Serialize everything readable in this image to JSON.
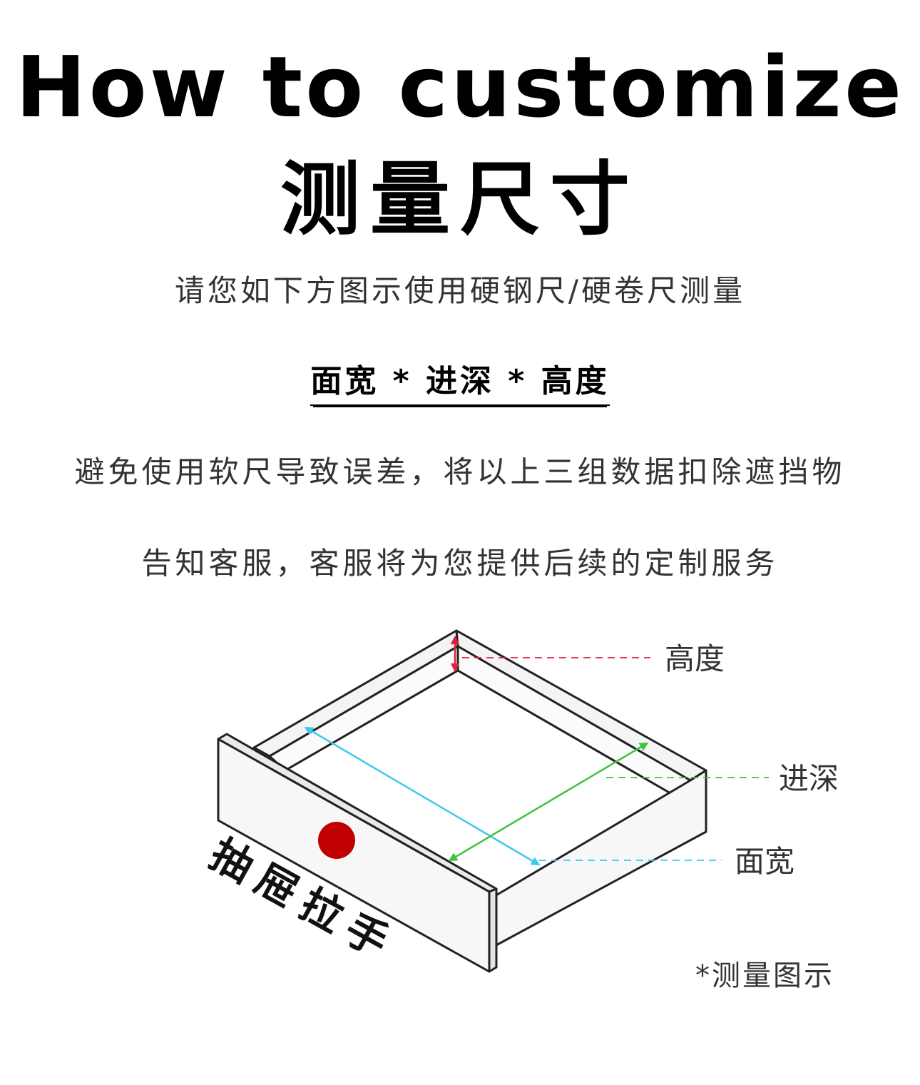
{
  "title_en": "How to customize",
  "title_cn": "测量尺寸",
  "subtitle": "请您如下方图示使用硬钢尺/硬卷尺测量",
  "dimensions_heading": "面宽 * 进深 * 高度",
  "note_line1": "避免使用软尺导致误差，将以上三组数据扣除遮挡物",
  "note_line2": "告知客服，客服将为您提供后续的定制服务",
  "diagram": {
    "label_height": "高度",
    "label_depth": "进深",
    "label_width": "面宽",
    "label_handle": "抽屉拉手",
    "caption": "*测量图示",
    "colors": {
      "height": "#e0203a",
      "depth": "#3cc23c",
      "width": "#3ec8f0",
      "knob": "#c00000"
    }
  }
}
